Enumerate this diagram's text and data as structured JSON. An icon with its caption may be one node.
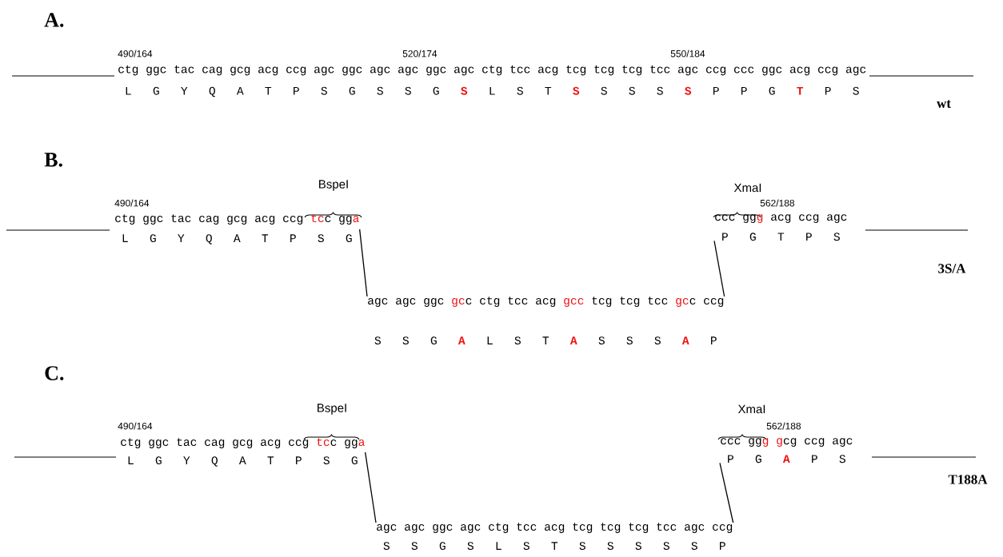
{
  "diagram": {
    "nodes": [
      {
        "text": [
          "ctg ggc tac cag gcg acg ccg tcc gga",
          "L G Y Q A T P S G"
        ]
      },
      {
        "text": [
          "agc agc ggc gcc ctg tcc acg gcc tcg tcg tcc gcc ccg",
          "S S G A L S T A S S S A P"
        ]
      },
      {
        "text": [
          "ccc ggg acg ccg agc",
          "P G T P S"
        ]
      },
      {
        "text": [
          "ctg ggc tac cag gcg acg ccg tcc gga",
          "L G Y Q A T P S G"
        ]
      },
      {
        "text": [
          "agc agc ggc agc ctg tcc acg tcg tcg tcg tcc agc ccg",
          "S S G S L S T S S S S S P"
        ]
      },
      {
        "text": [
          "ccc ggg gcg ccg agc",
          "P G A P S"
        ]
      }
    ],
    "edges": [
      {
        "from": 0,
        "to": 1,
        "arrow": "none"
      },
      {
        "from": 1,
        "to": 2,
        "arrow": "none"
      },
      {
        "from": 3,
        "to": 4,
        "arrow": "none"
      },
      {
        "from": 4,
        "to": 5,
        "arrow": "none"
      }
    ],
    "labels": [
      "A.",
      "490/164",
      "520/174",
      "550/184",
      "ctg ggc tac cag gcg acg ccg agc ggc agc agc ggc agc ctg tcc acg tcg tcg tcg tcc agc ccg ccc ggc acg ccg agc",
      "L G Y Q A T P S G S S G S L S T S S S S S P P G T P S",
      "wt",
      "B.",
      "BspeI",
      "XmaI",
      "490/164",
      "562/188",
      "3S/A",
      "C.",
      "BspeI",
      "XmaI",
      "490/164",
      "562/188",
      "T188A"
    ]
  }
}
